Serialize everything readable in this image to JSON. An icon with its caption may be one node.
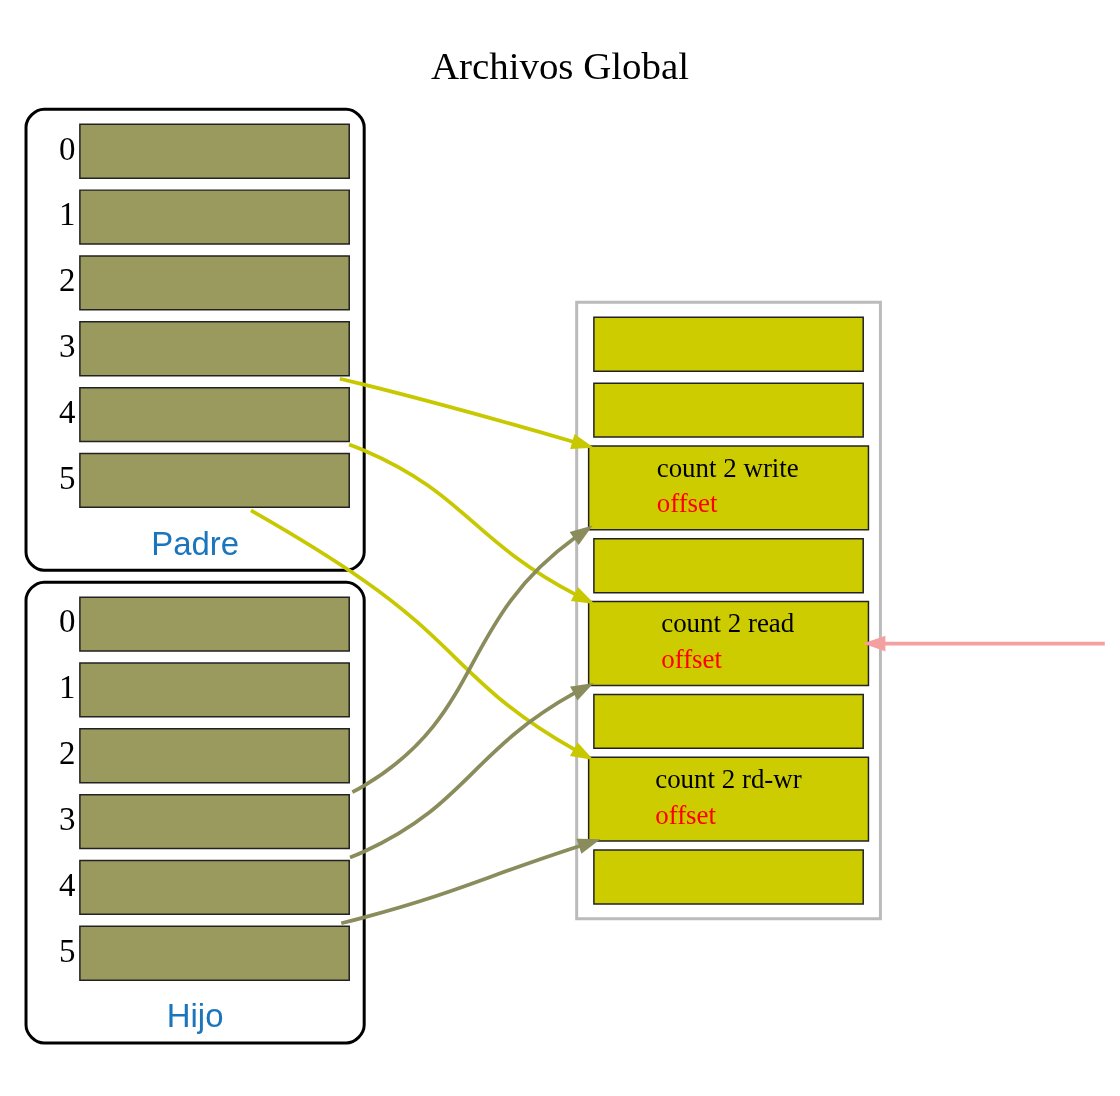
{
  "diagram": {
    "title": "Archivos Global",
    "nodes": [
      {
        "text": [
          "Padre"
        ]
      },
      {
        "text": [],
        "shape": "box",
        "in": 0,
        "beside": [
          "0"
        ]
      },
      {
        "text": [],
        "shape": "box",
        "in": 0,
        "beside": [
          "1"
        ]
      },
      {
        "text": [],
        "shape": "box",
        "in": 0,
        "beside": [
          "2"
        ]
      },
      {
        "text": [],
        "shape": "box",
        "in": 0,
        "beside": [
          "3"
        ]
      },
      {
        "text": [],
        "shape": "box",
        "in": 0,
        "beside": [
          "4"
        ]
      },
      {
        "text": [],
        "shape": "box",
        "in": 0,
        "beside": [
          "5"
        ]
      },
      {
        "text": [
          "Hijo"
        ]
      },
      {
        "text": [],
        "shape": "box",
        "in": 7,
        "beside": [
          "0"
        ]
      },
      {
        "text": [],
        "shape": "box",
        "in": 7,
        "beside": [
          "1"
        ]
      },
      {
        "text": [],
        "shape": "box",
        "in": 7,
        "beside": [
          "2"
        ]
      },
      {
        "text": [],
        "shape": "box",
        "in": 7,
        "beside": [
          "3"
        ]
      },
      {
        "text": [],
        "shape": "box",
        "in": 7,
        "beside": [
          "4"
        ]
      },
      {
        "text": [],
        "shape": "box",
        "in": 7,
        "beside": [
          "5"
        ]
      },
      {
        "text": [],
        "shape": "box"
      },
      {
        "text": [],
        "shape": "box",
        "in": 14
      },
      {
        "text": [],
        "shape": "box",
        "in": 14
      },
      {
        "text": [
          "count 2 write",
          "offset"
        ],
        "in": 14
      },
      {
        "text": [],
        "shape": "box",
        "in": 14
      },
      {
        "text": [
          "count 2 read",
          "offset"
        ],
        "in": 14
      },
      {
        "text": [],
        "shape": "box",
        "in": 14
      },
      {
        "text": [
          "count 2 rd-wr",
          "offset"
        ],
        "in": 14
      },
      {
        "text": [],
        "shape": "box",
        "in": 14
      }
    ],
    "edges": [
      {
        "from": 4,
        "to": 17,
        "arrow": "to"
      },
      {
        "from": 5,
        "to": 19,
        "arrow": "to"
      },
      {
        "from": 6,
        "to": 21,
        "arrow": "to"
      },
      {
        "from": 11,
        "to": 17,
        "arrow": "to",
        "color": "#8a8c5c"
      },
      {
        "from": 12,
        "to": 19,
        "arrow": "to",
        "color": "#8a8c5c"
      },
      {
        "from": 13,
        "to": 21,
        "arrow": "to",
        "color": "#8a8c5c"
      },
      {
        "from": null,
        "to": 19,
        "arrow": "to",
        "color": "#f4a0a0"
      }
    ]
  }
}
